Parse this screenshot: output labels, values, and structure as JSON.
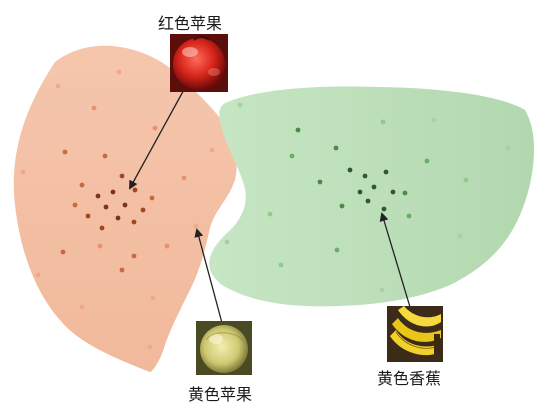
{
  "labels": {
    "red_apple": "红色苹果",
    "yellow_apple": "黄色苹果",
    "yellow_banana": "黄色香蕉"
  },
  "colors": {
    "left_region": "#f1b99b",
    "right_region": "#b7dcb4",
    "left_points_light": "#f0a88e",
    "left_points_dark": "#a04720",
    "right_points_light": "#8fcb8c",
    "right_points_dark": "#2f5a30",
    "arrow": "#222222"
  },
  "icons": {
    "red_apple": "red-apple-photo",
    "yellow_apple": "yellow-apple-photo",
    "banana": "banana-photo"
  }
}
